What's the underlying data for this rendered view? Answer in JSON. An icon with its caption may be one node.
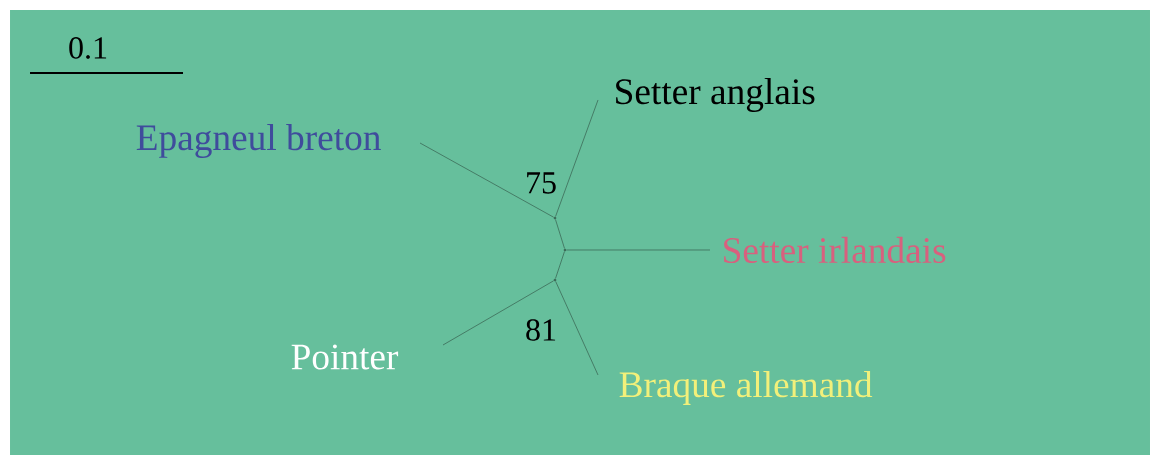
{
  "diagram": {
    "nodes": [
      {
        "text": [
          "Setter anglais"
        ]
      },
      {
        "text": [
          "Epagneul  breton"
        ]
      },
      {
        "text": [
          "Setter irlandais"
        ]
      },
      {
        "text": [
          "Pointer"
        ]
      },
      {
        "text": [
          "Braque allemand"
        ]
      },
      {
        "text": [],
        "shape": "point"
      },
      {
        "text": [],
        "shape": "point"
      },
      {
        "text": [],
        "shape": "point"
      }
    ],
    "edges": [
      {
        "from": 5,
        "to": 1,
        "arrow": "none"
      },
      {
        "from": 5,
        "to": 0,
        "arrow": "none"
      },
      {
        "from": 5,
        "to": 6,
        "arrow": "none"
      },
      {
        "from": 6,
        "to": 2,
        "arrow": "none"
      },
      {
        "from": 6,
        "to": 7,
        "arrow": "none"
      },
      {
        "from": 7,
        "to": 3,
        "arrow": "none"
      },
      {
        "from": 7,
        "to": 4,
        "arrow": "none"
      }
    ],
    "labels": [
      "0.1",
      "75",
      "81"
    ]
  }
}
